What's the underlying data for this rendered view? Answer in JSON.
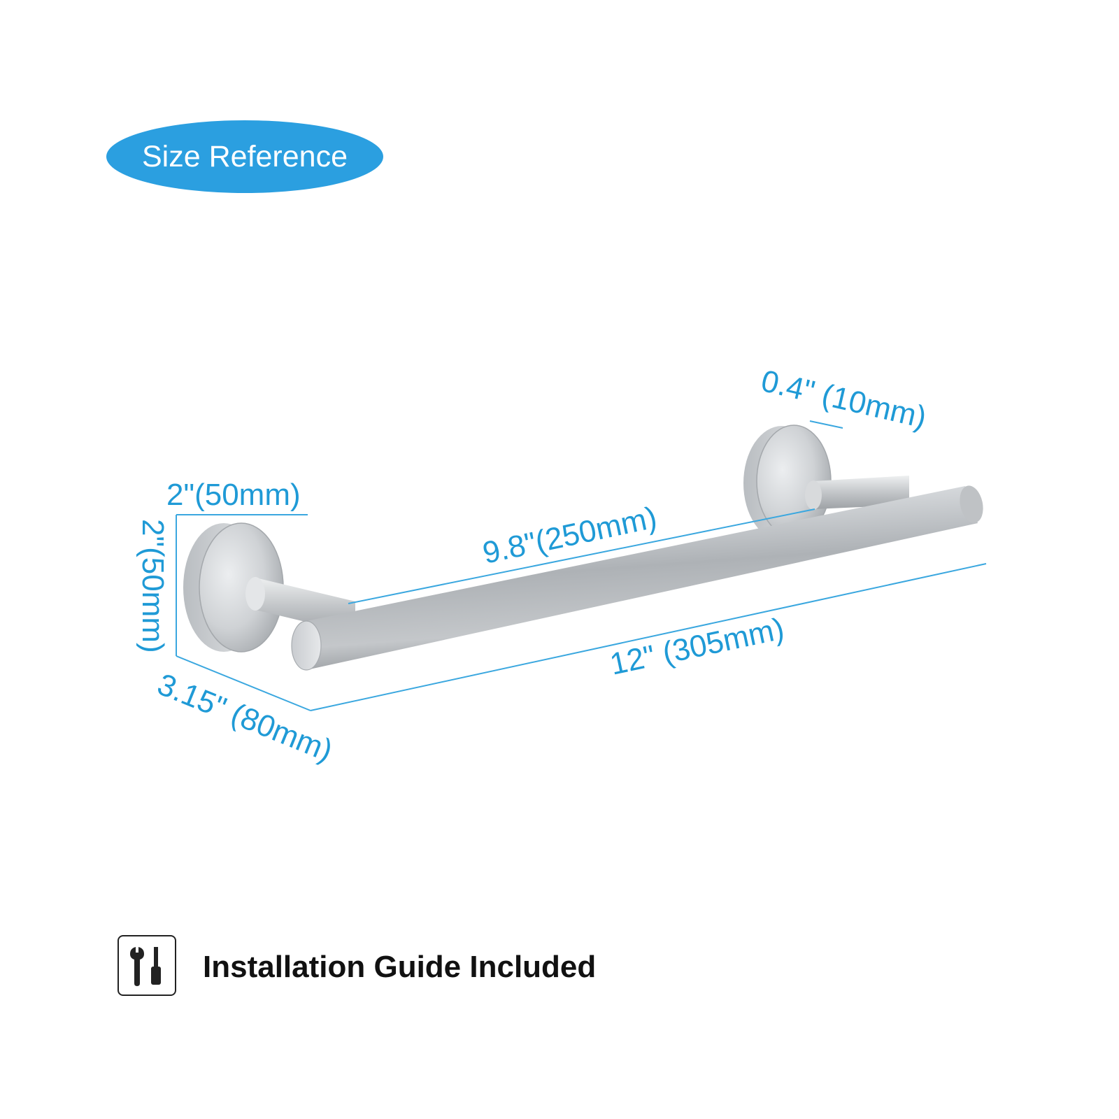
{
  "badge": {
    "label": "Size Reference"
  },
  "dimensions": {
    "backplate_width": "2\"(50mm)",
    "backplate_height": "2\"(50mm)",
    "projection": "3.15\" (80mm)",
    "inner_length": "9.8\"(250mm)",
    "overall_length": "12\" (305mm)",
    "backplate_thickness": "0.4\" (10mm)"
  },
  "footer": {
    "label": "Installation Guide Included"
  },
  "icons": {
    "tools": "wrench-screwdriver-icon"
  },
  "colors": {
    "accent": "#2b9fe0",
    "dimension_text": "#1f9ad6",
    "dimension_line": "#3aa7df",
    "metal": "#c8cbce"
  }
}
